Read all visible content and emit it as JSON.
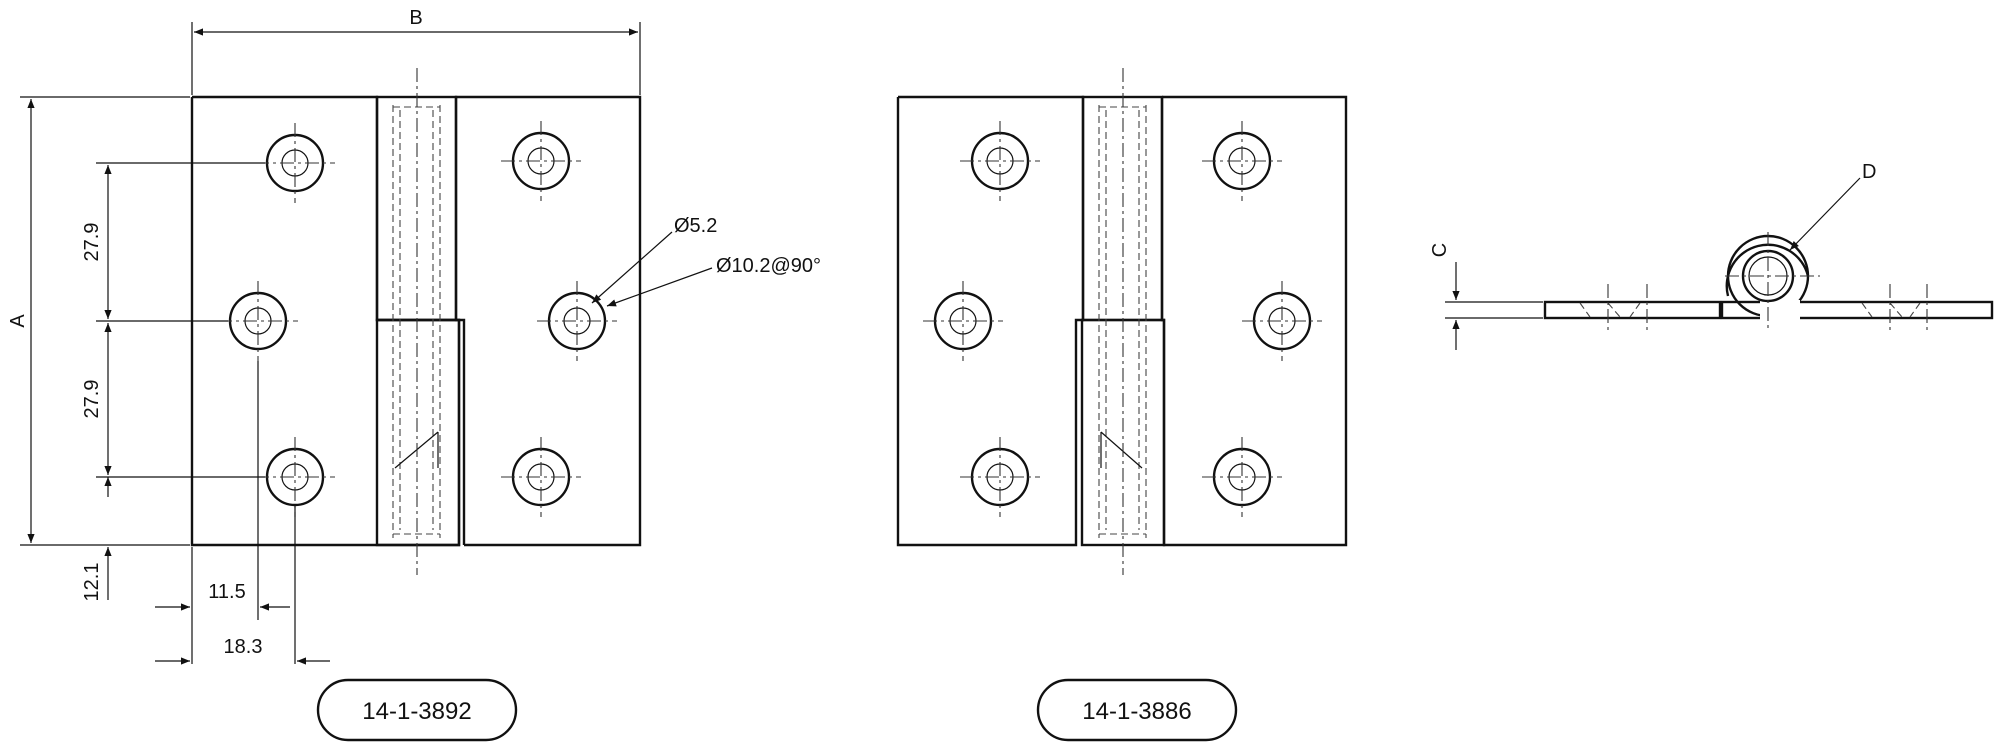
{
  "dimensions": {
    "overall_width": "B",
    "overall_height": "A",
    "leaf_thickness": "C",
    "knuckle_diameter": "D",
    "hole_pitch_upper": "27.9",
    "hole_pitch_lower": "27.9",
    "edge_to_bottom_hole": "12.1",
    "edge_to_offset_holes": "11.5",
    "edge_to_inline_holes": "18.3",
    "hole_diameter": "Ø5.2",
    "countersink": "Ø10.2@90°"
  },
  "part_numbers": {
    "left_view": "14-1-3892",
    "right_view": "14-1-3886"
  }
}
